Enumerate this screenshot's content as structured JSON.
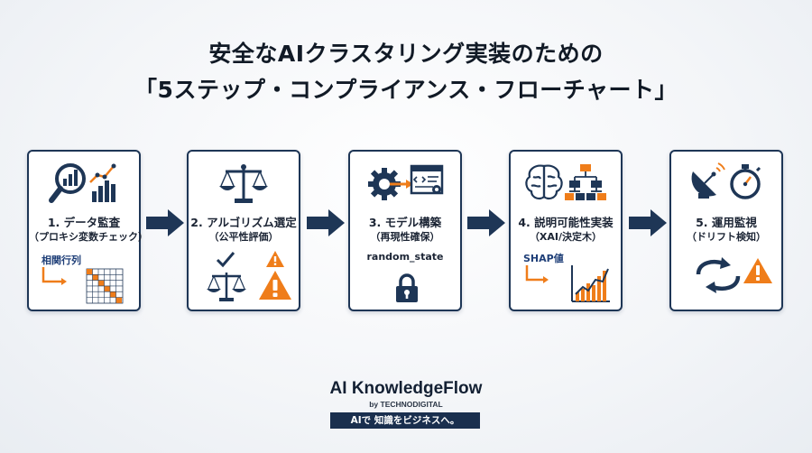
{
  "title": {
    "line1": "安全なAIクラスタリング実装のための",
    "line2": "「5ステップ・コンプライアンス・フローチャート」"
  },
  "steps": [
    {
      "title": "1. データ監査",
      "subtitle": "（プロキシ変数チェック）",
      "note": "相関行列",
      "icons": [
        "magnifier-chart-icon",
        "correlation-matrix-icon"
      ]
    },
    {
      "title": "2. アルゴリズム選定",
      "subtitle": "（公平性評価）",
      "note": "",
      "icons": [
        "scales-icon",
        "check-icon",
        "warning-icon"
      ]
    },
    {
      "title": "3. モデル構築",
      "subtitle": "（再現性確保）",
      "note": "random_state",
      "icons": [
        "gear-code-icon",
        "lock-icon"
      ]
    },
    {
      "title": "4. 説明可能性実装",
      "subtitle": "（XAI/決定木）",
      "note": "SHAP値",
      "icons": [
        "brain-icon",
        "decision-tree-icon",
        "shap-chart-icon"
      ]
    },
    {
      "title": "5. 運用監視",
      "subtitle": "（ドリフト検知）",
      "note": "",
      "icons": [
        "satellite-dish-icon",
        "stopwatch-icon",
        "cycle-arrows-icon",
        "warning-icon"
      ]
    }
  ],
  "brand": {
    "name": "AI KnowledgeFlow",
    "by": "by TECHNODIGITAL",
    "tagline": "AIで 知識をビジネスへ。"
  },
  "colors": {
    "navy": "#1e3656",
    "orange": "#ef7d1a",
    "accent_blue": "#1f3f78"
  }
}
